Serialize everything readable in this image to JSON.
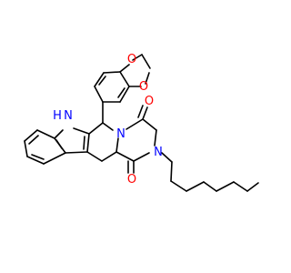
{
  "molecule": {
    "atom_labels": {
      "nh": "H",
      "nh_n": "N",
      "n_pip": "N",
      "n_oct": "N",
      "o_top": "O",
      "o_bottom": "O",
      "o_diox1": "O",
      "o_diox2": "O"
    },
    "colors": {
      "bond": "#000000",
      "n": "#0000ff",
      "o": "#ff0000"
    }
  }
}
